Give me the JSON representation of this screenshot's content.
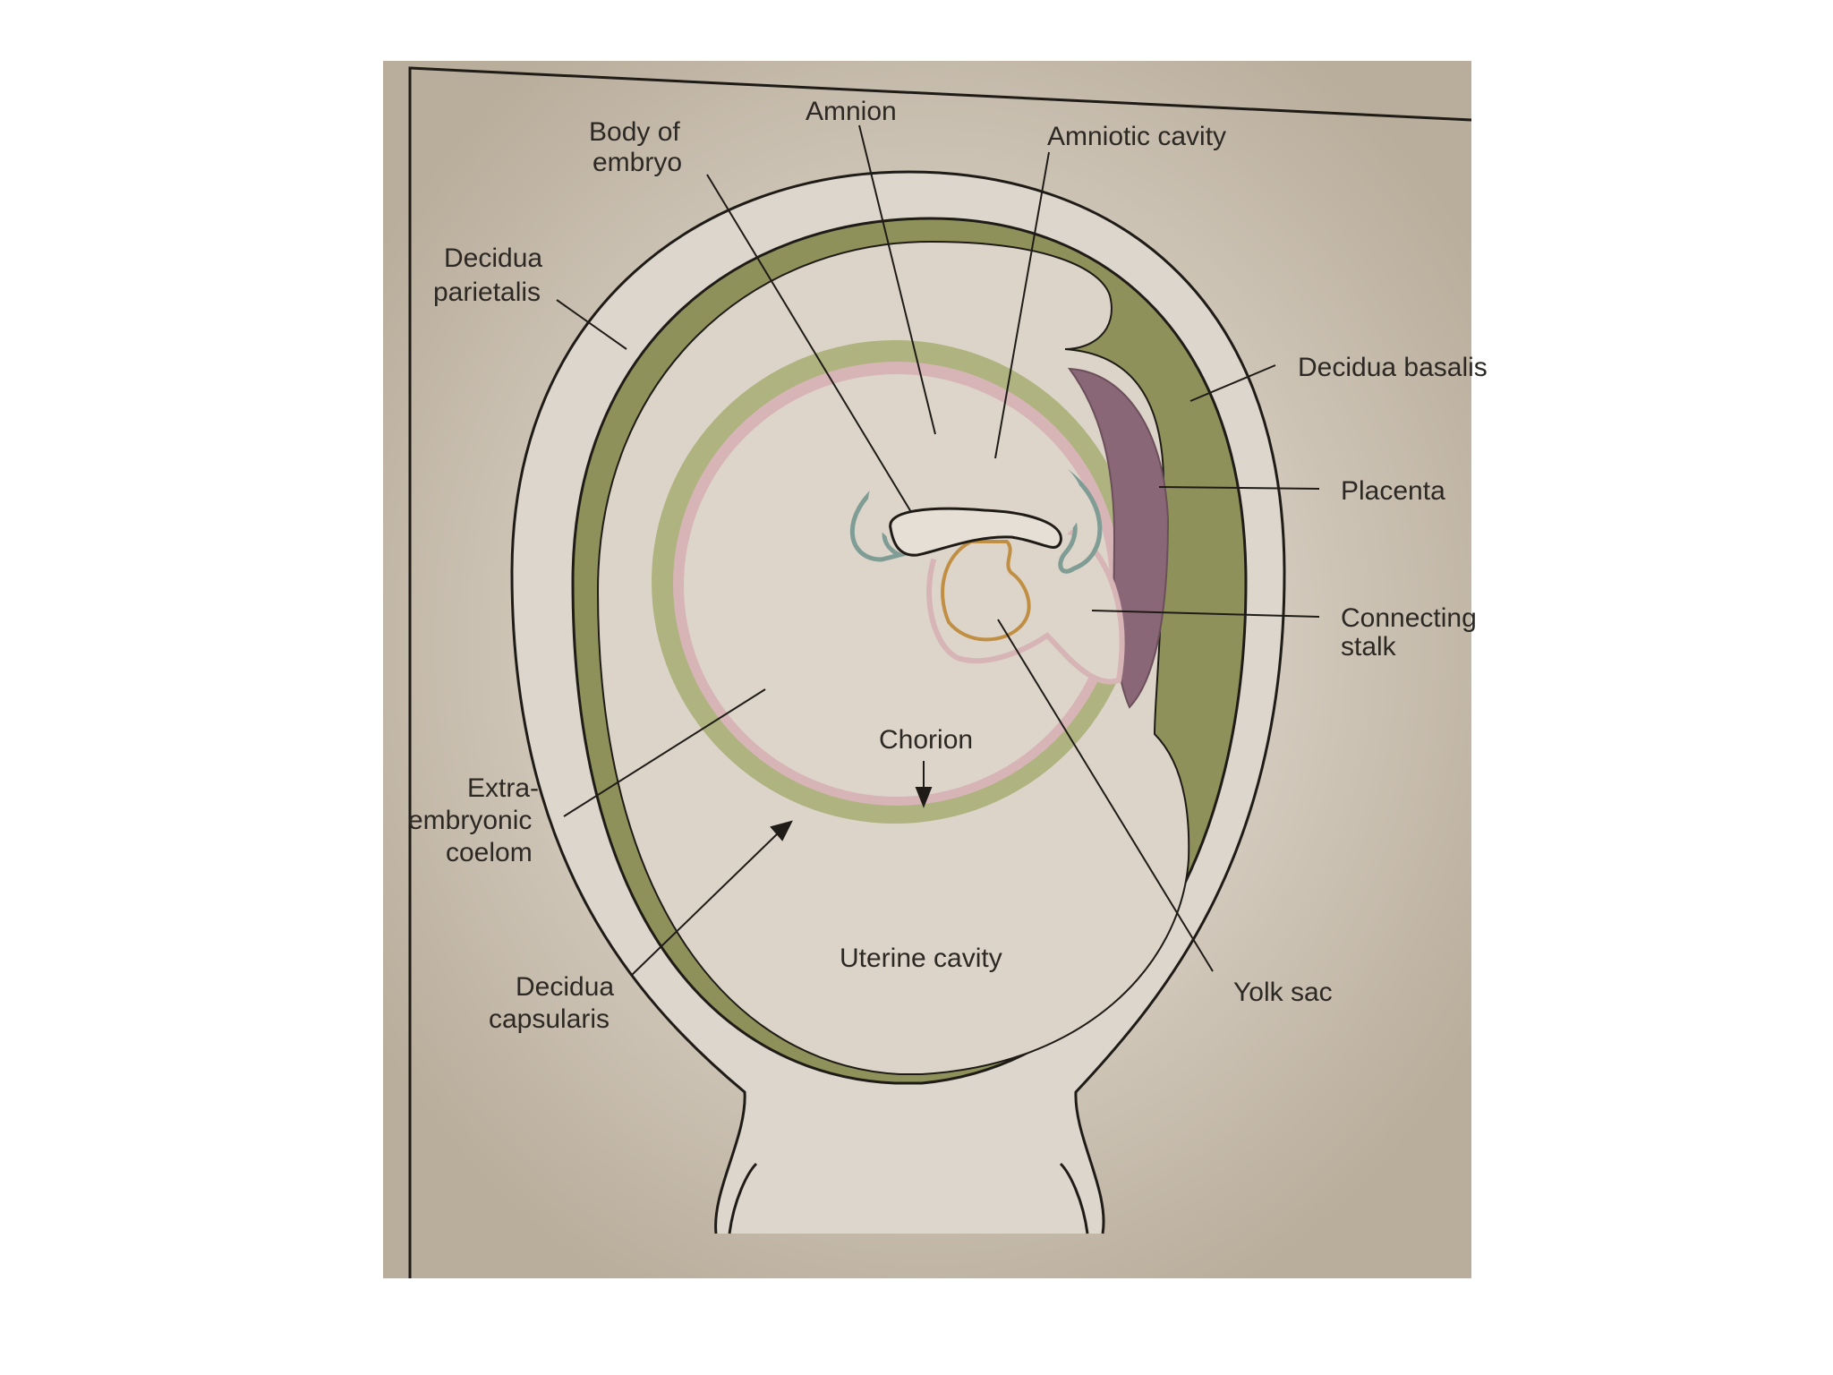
{
  "colors": {
    "page_background": "#ffffff",
    "photo_background": "#c4b9a8",
    "photo_light": "#ddd6cc",
    "decidua_green": "#8e925a",
    "chorion_green": "#aeb37f",
    "chorion_pink": "#d7b4b6",
    "placenta_purple": "#8a6776",
    "amnion_teal": "#7f9c95",
    "yolk_sac_orange": "#c08f43",
    "cavity_fill": "#ddd5ca",
    "line": "#1f1c18",
    "text": "#2c2823"
  },
  "labels": {
    "amnion": "Amnion",
    "body_of_embryo": [
      "Body of",
      "embryo"
    ],
    "amniotic_cavity": "Amniotic cavity",
    "decidua_parietalis": [
      "Decidua",
      "parietalis"
    ],
    "decidua_basalis": "Decidua basalis",
    "placenta": "Placenta",
    "connecting_stalk": [
      "Connecting",
      "stalk"
    ],
    "chorion": "Chorion",
    "extra_embryonic_coelom": [
      "Extra-",
      "embryonic",
      "coelom"
    ],
    "decidua_capsularis": [
      "Decidua",
      "capsularis"
    ],
    "uterine_cavity": "Uterine cavity",
    "yolk_sac": "Yolk sac"
  }
}
